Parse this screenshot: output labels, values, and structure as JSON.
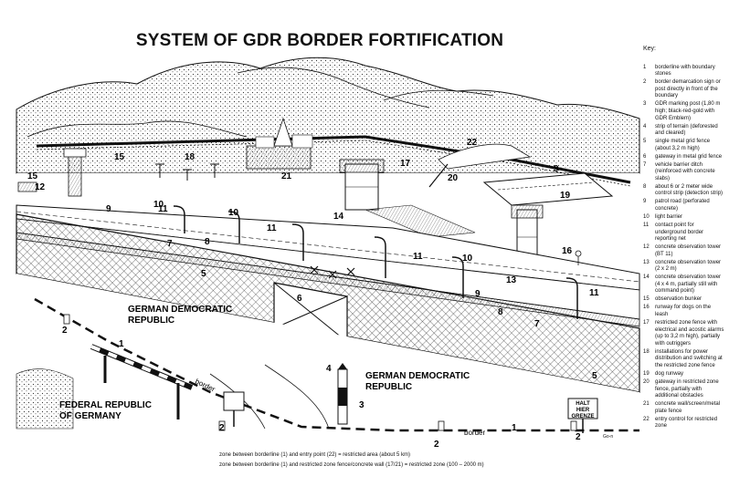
{
  "title": "SYSTEM OF GDR BORDER FORTIFICATION",
  "key": {
    "title": "Key:",
    "items": [
      {
        "n": "1",
        "text": "borderline with boundary stones"
      },
      {
        "n": "2",
        "text": "border demarcation sign or post directly in front of the boundary"
      },
      {
        "n": "3",
        "text": "GDR marking post (1,80 m high; black-red-gold with GDR Emblem)"
      },
      {
        "n": "4",
        "text": "strip of terrain (deforested and cleared)"
      },
      {
        "n": "5",
        "text": "single metal grid fence (about 3,2 m high)"
      },
      {
        "n": "6",
        "text": "gateway in metal grid fence"
      },
      {
        "n": "7",
        "text": "vehicle barrier ditch (reinforced with concrete slabs)"
      },
      {
        "n": "8",
        "text": "about 6 or 2 meter wide control strip (detection strip)"
      },
      {
        "n": "9",
        "text": "patrol road (perforated concrete)"
      },
      {
        "n": "10",
        "text": "light barrier"
      },
      {
        "n": "11",
        "text": "contact point for underground border reporting net"
      },
      {
        "n": "12",
        "text": "concrete observation tower (BT 11)"
      },
      {
        "n": "13",
        "text": "concrete observation tower (2 x 2 m)"
      },
      {
        "n": "14",
        "text": "concrete observation tower (4 x 4 m, partially still with command point)"
      },
      {
        "n": "15",
        "text": "observation bunker"
      },
      {
        "n": "16",
        "text": "runway for dogs on the leash"
      },
      {
        "n": "17",
        "text": "restricted zone fence with electrical and acostic alarms (up to 3,2 m high), partially with outriggers"
      },
      {
        "n": "18",
        "text": "installations for power distribution and switching at the restricted zone fence"
      },
      {
        "n": "19",
        "text": "dog runway"
      },
      {
        "n": "20",
        "text": "gateway in restricted zone fence, partially with additional obstacles"
      },
      {
        "n": "21",
        "text": "concrete wall/screen/metal plate fence"
      },
      {
        "n": "22",
        "text": "entry control for restricted zone"
      }
    ]
  },
  "labels": {
    "gdr_upper": [
      "GERMAN DEMOCRATIC",
      "REPUBLIC"
    ],
    "gdr_lower": [
      "GERMAN DEMOCRATIC",
      "REPUBLIC"
    ],
    "frg": [
      "FEDERAL REPUBLIC",
      "OF GERMANY"
    ],
    "border_left": "border",
    "border_right": "border",
    "sign": [
      "HALT",
      "HIER",
      "GRENZE"
    ],
    "scale": "Go-n"
  },
  "captions": [
    "zone between borderline (1) and entry point (22) = restricted area (about 5 km)",
    "zone between borderline (1) and restricted zone fence/concrete wall (17/21) = restricted zone (100 – 2000 m)"
  ],
  "numbers": [
    "1",
    "2",
    "3",
    "4",
    "5",
    "6",
    "7",
    "8",
    "9",
    "10",
    "11",
    "12",
    "13",
    "14",
    "15",
    "16",
    "17",
    "18",
    "19",
    "20",
    "21",
    "22"
  ]
}
